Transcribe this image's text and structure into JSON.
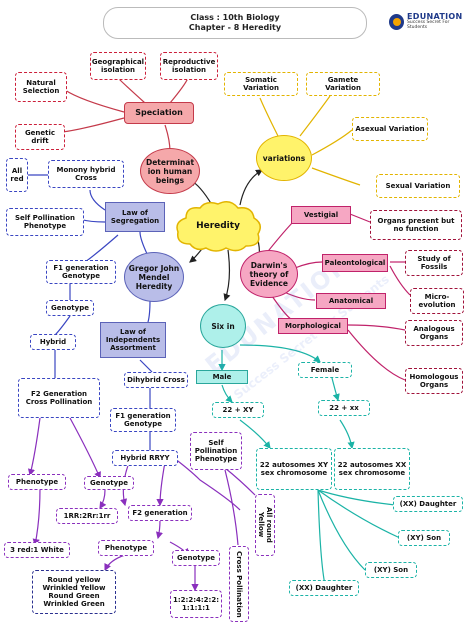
{
  "header": {
    "line1": "Class : 10th Biology",
    "line2": "Chapter - 8 Heredity"
  },
  "logo": {
    "name": "EDUNATION",
    "tagline": "Success Secret For Students"
  },
  "watermark": {
    "text": "EDUNATION",
    "tagline": "Success Secret For Students"
  },
  "nodes": {
    "heredity": "Heredity",
    "speciation": "Speciation",
    "natural_selection": "Natural Selection",
    "geographical_isolation": "Geographical isolation",
    "reproductive_isolation": "Reproductive isolation",
    "genetic_drift": "Genetic drift",
    "determination": "Determinat ion human beings",
    "variations": "variations",
    "somatic_variation": "Somatic Variation",
    "gamete_variation": "Gamete Variation",
    "asexual_variation": "Asexual Variation",
    "sexual_variation": "Sexual Variation",
    "darwin": "Darwin's theory of Evidence",
    "vestigial": "Vestigial",
    "organs_present": "Organs present but no function",
    "paleontological": "Paleontological",
    "study_fossils": "Study of Fossils",
    "micro_evolution": "Micro-evolution",
    "anatomical": "Anatomical",
    "morphological": "Morphological",
    "analogous": "Analogous Organs",
    "homologous": "Homologous Organs",
    "mendel": "Gregor John Mendel Heredity",
    "law_segregation": "Law of Segregation",
    "all_red": "All red",
    "monohybrid": "Monony hybrid Cross",
    "self_poll_pheno": "Self Pollination Phenotype",
    "f1_gen_geno": "F1 generation Genotype",
    "genotype1": "Genotype",
    "hybrid": "Hybrid",
    "f2_cross_poll": "F2 Generation Cross Pollination",
    "phenotype1": "Phenotype",
    "genotype2": "Genotype",
    "ratio_1rr": "1RR:2Rr:1rr",
    "red_white": "3 red:1 White",
    "law_independent": "Law of Independents Assortment",
    "dihybrid": "Dihybrid Cross",
    "f1_gen_geno2": "F1 generation Genotype",
    "hybrid_rryy": "Hybrid RRYY",
    "self_poll_pheno2": "Self Pollination Phenotype",
    "all_round_yellow": "All round Yellow",
    "cross_pollination": "Cross Pollination",
    "f2_generation": "F2 generation",
    "phenotype2": "Phenotype",
    "genotype3": "Genotype",
    "round_list": "Round yellow Wrinkled Yellow Round Green Wrinkled Green",
    "ratio_1224": "1:2:2:4:2:2: 1:1:1:1",
    "six_in": "Six in",
    "male": "Male",
    "female": "Female",
    "xy22": "22 + XY",
    "xx22": "22 + xx",
    "autosomes_xy": "22 autosomes XY sex chromosome",
    "autosomes_xx": "22 autosomes XX sex chromosome",
    "xx_daughter1": "(XX) Daughter",
    "xy_son1": "(XY) Son",
    "xy_son2": "(XY) Son",
    "xx_daughter2": "(XX) Daughter"
  },
  "colors": {
    "red": "#cc1f3a",
    "yellow": "#e2b400",
    "blue": "#3a46c2",
    "purple": "#8a2fbd",
    "teal": "#1bb3a6",
    "pink_fill": "#f5a8aa",
    "lavender_fill": "#b9bde8",
    "teal_fill": "#aef0ea",
    "rose_fill": "#f6a7c3",
    "yellow_fill": "#fff36b"
  }
}
